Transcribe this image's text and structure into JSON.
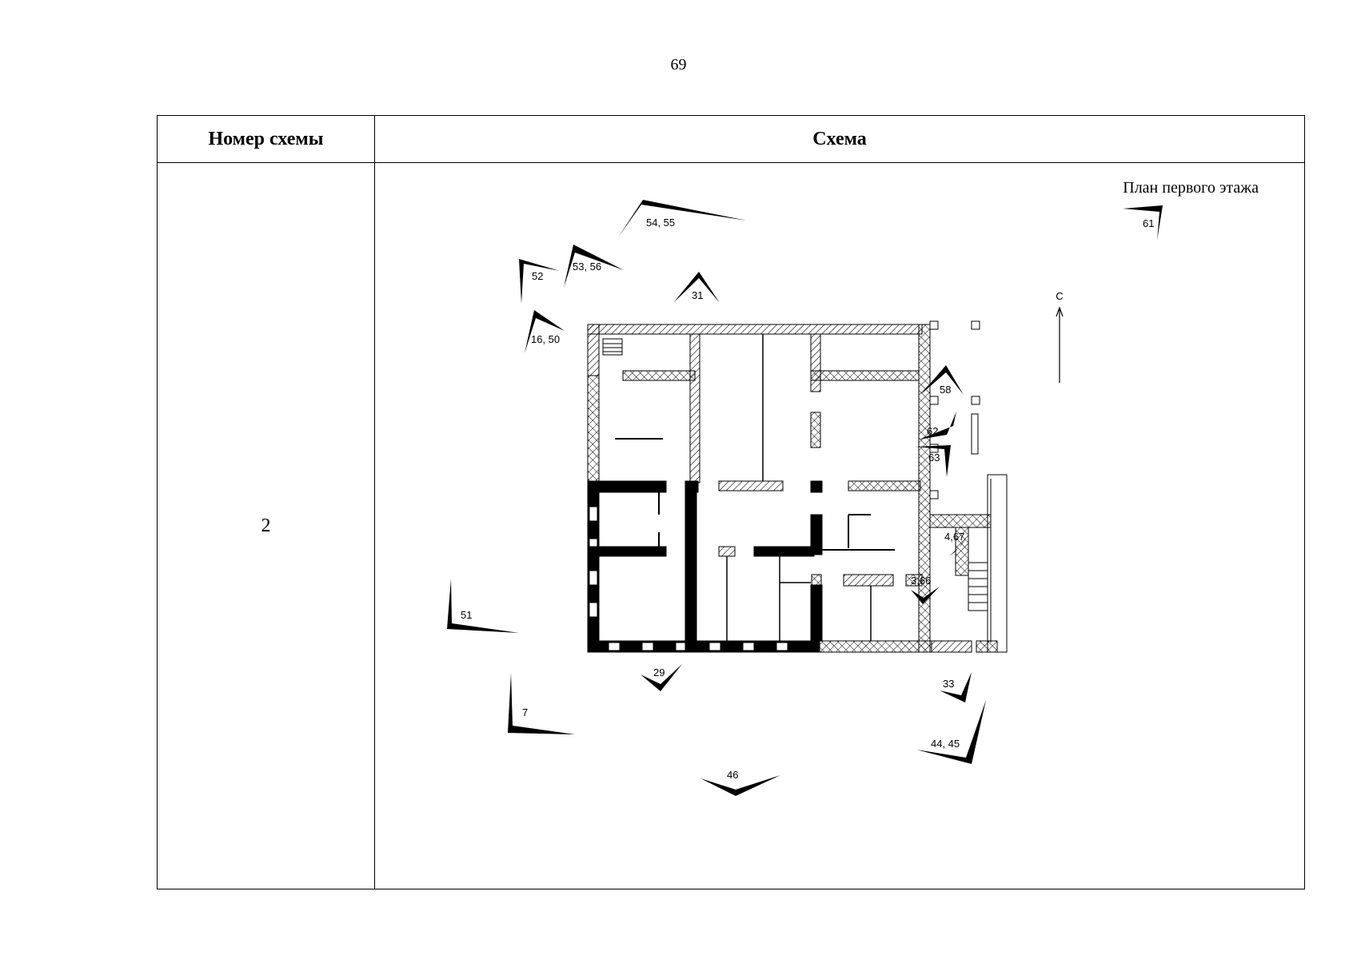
{
  "page_number": "69",
  "table": {
    "headers": [
      "Номер схемы",
      "Схема"
    ],
    "rows": [
      {
        "scheme_number": "2"
      }
    ]
  },
  "plan": {
    "title": "План первого этажа",
    "north_label": "С",
    "viewpoints": [
      "54, 55",
      "61",
      "52",
      "53, 56",
      "31",
      "16, 50",
      "58",
      "62",
      "63",
      "4,67",
      "3,66",
      "51",
      "29",
      "33",
      "7",
      "44, 45",
      "46"
    ]
  },
  "colors": {
    "ink": "#000000",
    "background": "#ffffff"
  }
}
